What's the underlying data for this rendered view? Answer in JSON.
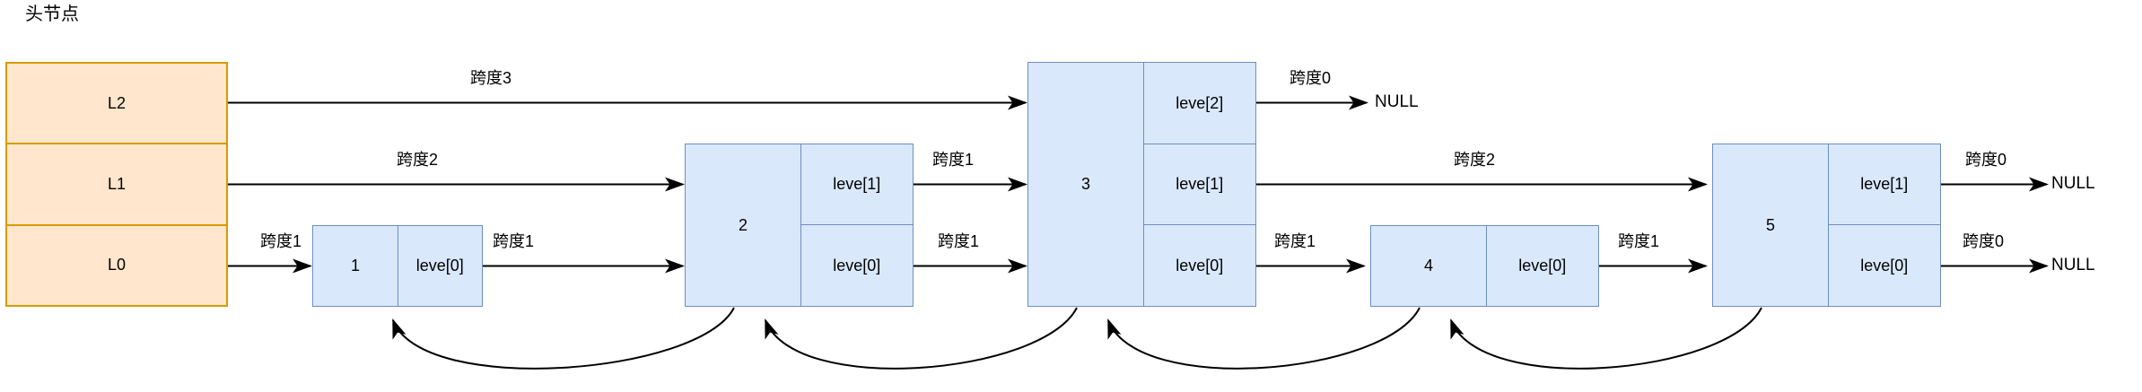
{
  "title": "头节点",
  "colors": {
    "head_fill": "#ffe6cc",
    "head_stroke": "#d79b00",
    "node_fill": "#dae8fc",
    "node_stroke": "#6c8ebf",
    "arrow": "#000000"
  },
  "head": {
    "levels": [
      "L2",
      "L1",
      "L0"
    ]
  },
  "nodes": [
    {
      "value": "1",
      "levels": [
        "leve[0]"
      ]
    },
    {
      "value": "2",
      "levels": [
        "leve[1]",
        "leve[0]"
      ]
    },
    {
      "value": "3",
      "levels": [
        "leve[2]",
        "leve[1]",
        "leve[0]"
      ]
    },
    {
      "value": "4",
      "levels": [
        "leve[0]"
      ]
    },
    {
      "value": "5",
      "levels": [
        "leve[1]",
        "leve[0]"
      ]
    }
  ],
  "edges": [
    {
      "from": "head.L2",
      "to": "node3.leve[2]",
      "label": "跨度3"
    },
    {
      "from": "head.L1",
      "to": "node2.leve[1]",
      "label": "跨度2"
    },
    {
      "from": "head.L0",
      "to": "node1",
      "label": "跨度1"
    },
    {
      "from": "node1.leve[0]",
      "to": "node2",
      "label": "跨度1"
    },
    {
      "from": "node2.leve[1]",
      "to": "node3.leve[1]",
      "label": "跨度1"
    },
    {
      "from": "node2.leve[0]",
      "to": "node3.leve[0]",
      "label": "跨度1"
    },
    {
      "from": "node3.leve[2]",
      "to": "NULL",
      "label": "跨度0"
    },
    {
      "from": "node3.leve[1]",
      "to": "node5.leve[1]",
      "label": "跨度2"
    },
    {
      "from": "node3.leve[0]",
      "to": "node4",
      "label": "跨度1"
    },
    {
      "from": "node4.leve[0]",
      "to": "node5",
      "label": "跨度1"
    },
    {
      "from": "node5.leve[1]",
      "to": "NULL",
      "label": "跨度0"
    },
    {
      "from": "node5.leve[0]",
      "to": "NULL",
      "label": "跨度0"
    }
  ],
  "null_labels": [
    "NULL",
    "NULL",
    "NULL"
  ],
  "backward_pointers": [
    {
      "from": "node2",
      "to": "node1"
    },
    {
      "from": "node3",
      "to": "node2"
    },
    {
      "from": "node4",
      "to": "node3"
    },
    {
      "from": "node5",
      "to": "node4"
    }
  ]
}
